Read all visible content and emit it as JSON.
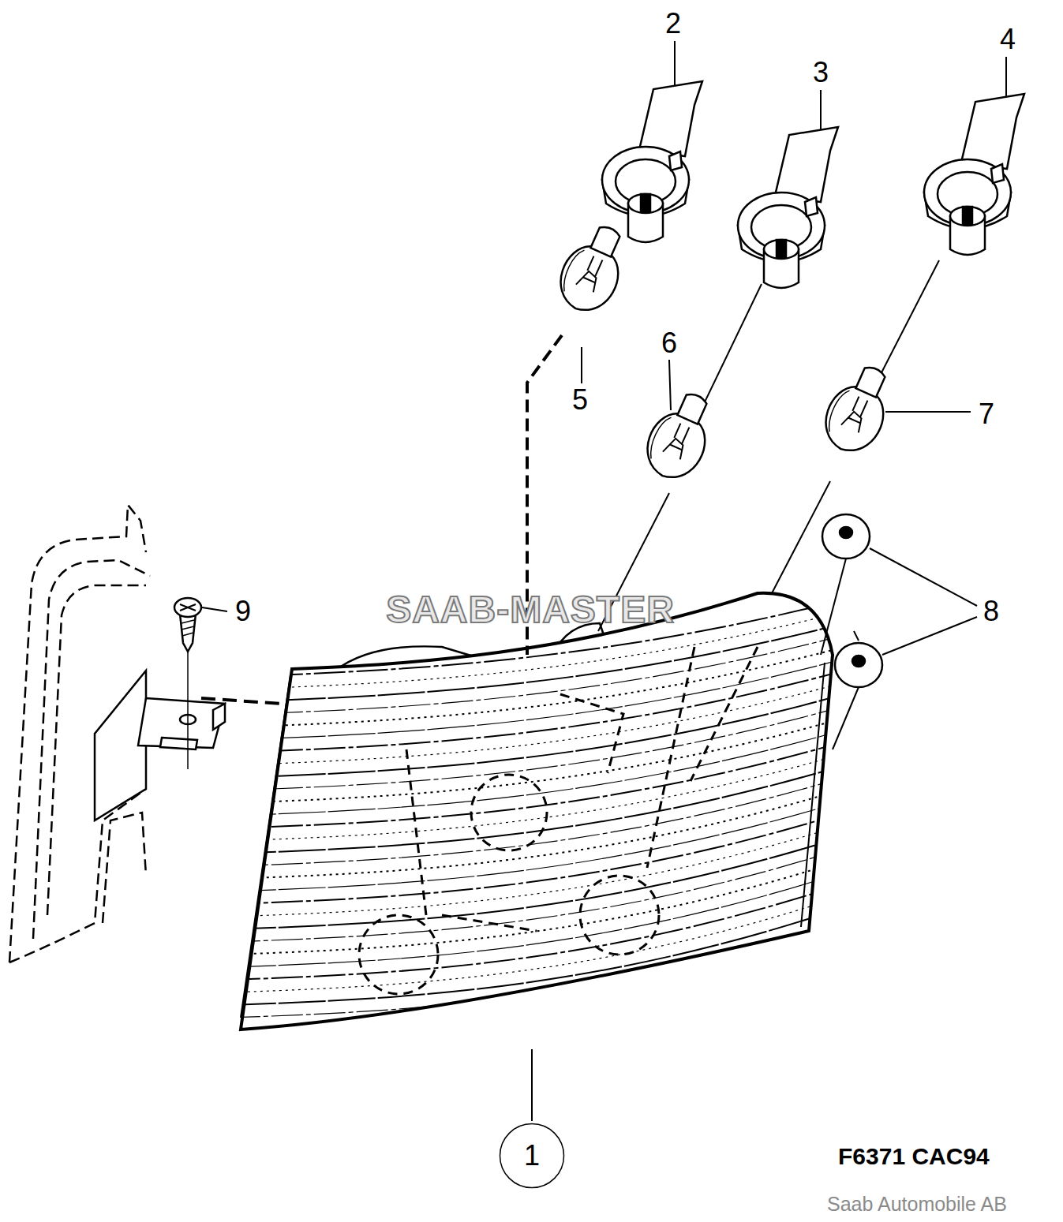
{
  "diagram": {
    "nodes": [
      {
        "text": [
          "1"
        ]
      }
    ],
    "labels": [
      "2",
      "3",
      "4",
      "5",
      "6",
      "7",
      "8",
      "9",
      "SAAB-MASTER",
      "F6371 CAC94",
      "Saab Automobile AB"
    ]
  }
}
